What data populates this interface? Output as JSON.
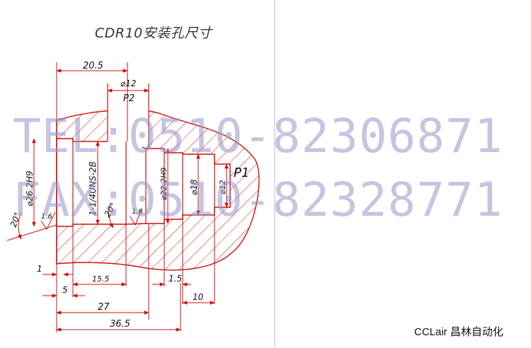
{
  "title": "CDR10安装孔尺寸",
  "watermark": {
    "line1": "TEL:0510-82306871",
    "line2": "FAX:0510-82328771",
    "color": "#9696c8"
  },
  "brand": "CCLair 昌林自动化",
  "colors": {
    "outline": "#cc1111",
    "dimension": "#cc1111",
    "text": "#111111"
  },
  "dimensions": {
    "top_width": "20.5",
    "dia_12_top": "⌀12",
    "port_p2": "P2",
    "port_p1": "P1",
    "dia_26": "⌀26.2H9",
    "thread": "1-1/4UNS-2B",
    "dia_22": "⌀22.2H9",
    "dia_18": "⌀18",
    "dia_12_right": "⌀12",
    "angle_left": "20°",
    "angle_mid": "20°",
    "rough_left": "1.6",
    "rough_mid": "1.6",
    "d1": "1",
    "d5": "5",
    "d15_5": "15.5",
    "d1_5": "1.5",
    "d10": "10",
    "d27": "27",
    "d36_5": "36.5"
  }
}
